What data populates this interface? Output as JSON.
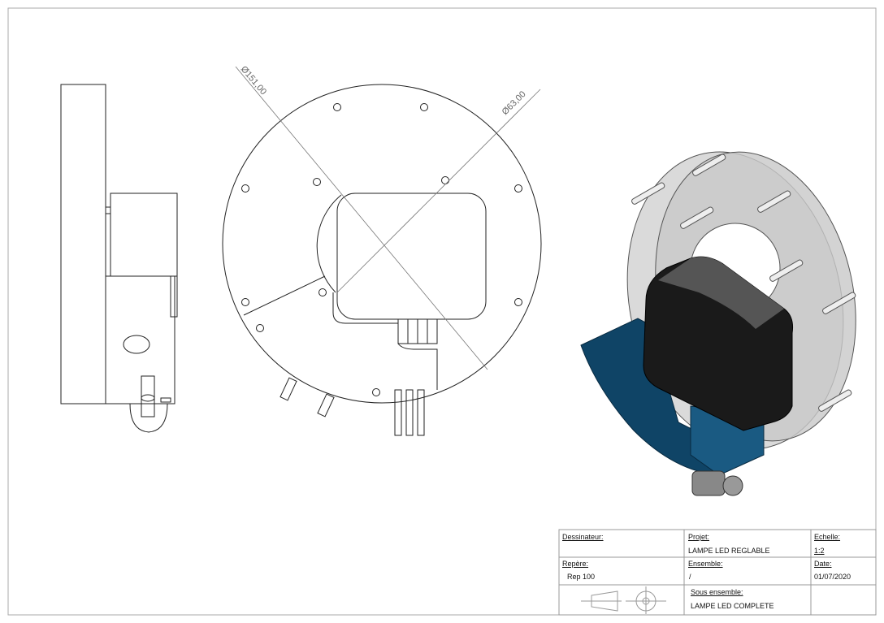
{
  "dimensions": {
    "outer_diameter": "Ø151,00",
    "inner_diameter": "Ø63,00"
  },
  "title_block": {
    "designer_label": "Dessinateur:",
    "designer_value": "",
    "project_label": "Projet:",
    "project_value": "LAMPE LED REGLABLE",
    "scale_label": "Echelle:",
    "scale_value": "1:2",
    "reference_label": "Repère:",
    "reference_value": "Rep 100",
    "assembly_label": "Ensemble:",
    "assembly_value": "/",
    "date_label": "Date:",
    "date_value": "01/07/2020",
    "subassembly_label": "Sous ensemble:",
    "subassembly_value": "LAMPE LED COMPLETE"
  },
  "colors": {
    "bracket": "#0f4466",
    "housing": "#1a1a1a",
    "disc": "#c8c8c8"
  }
}
